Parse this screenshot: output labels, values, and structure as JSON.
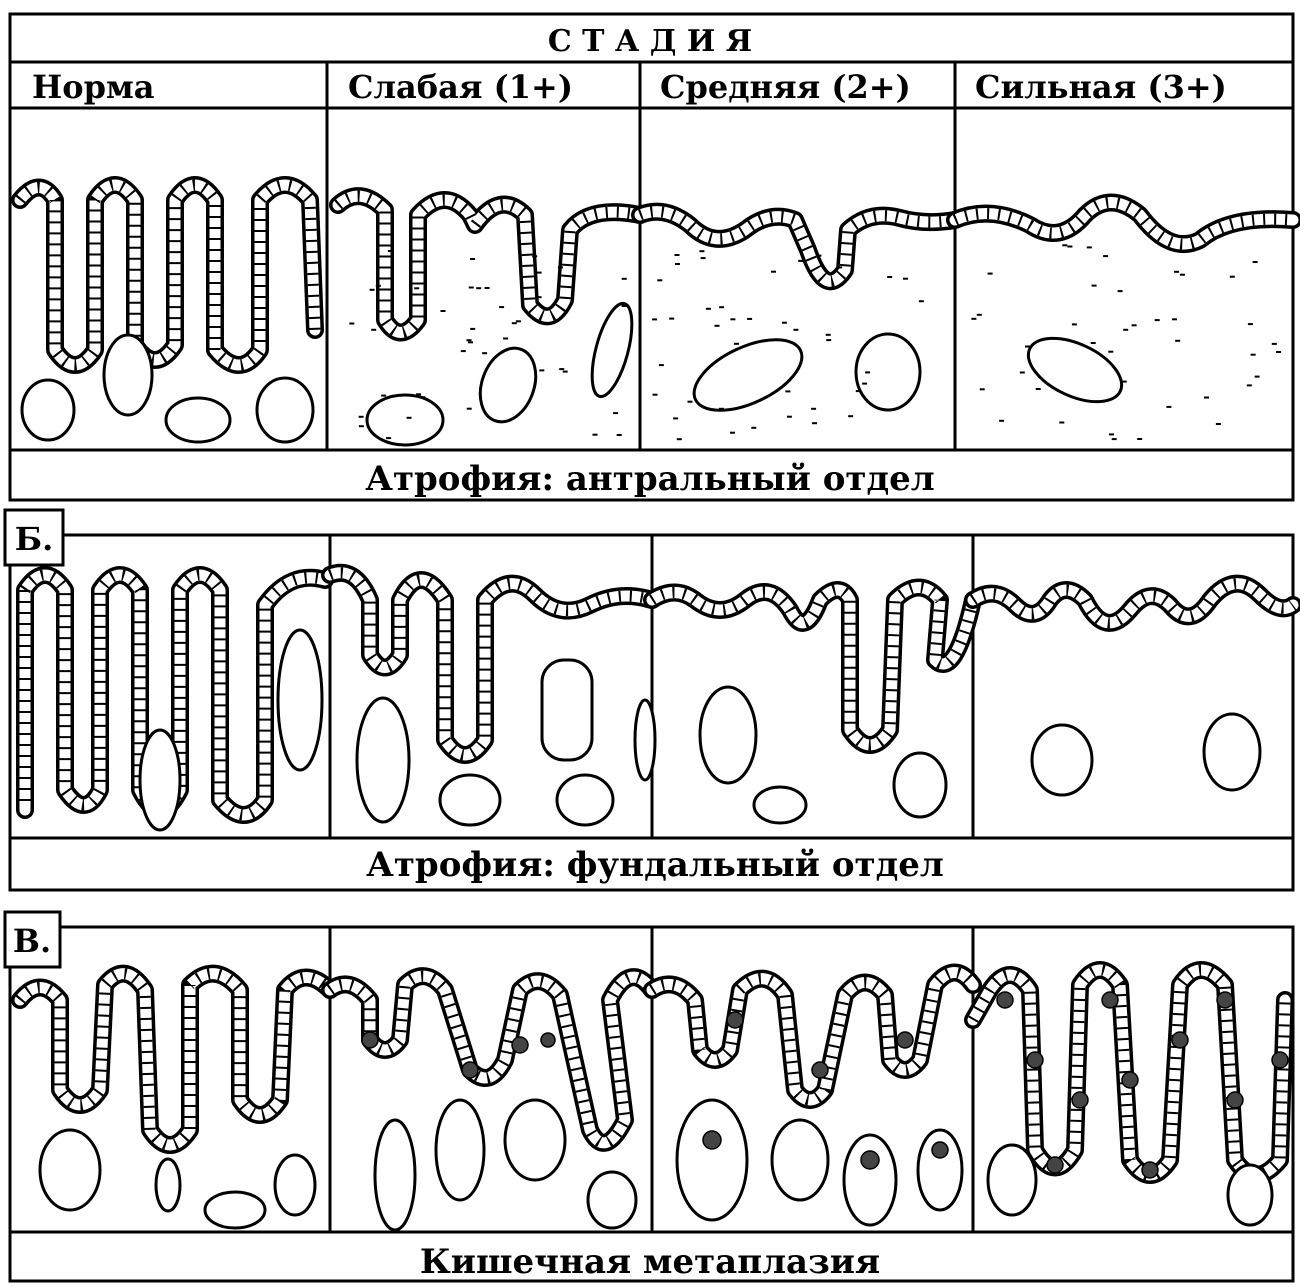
{
  "header": {
    "title": "С Т А Д И Я",
    "stages": [
      "Норма",
      "Слабая (1+)",
      "Средняя (2+)",
      "Сильная (3+)"
    ]
  },
  "panels": {
    "a": {
      "caption": "Атрофия: антральный отдел"
    },
    "b": {
      "label": "Б.",
      "caption": "Атрофия: фундальный отдел"
    },
    "c": {
      "label": "В.",
      "caption": "Кишечная метаплазия"
    }
  },
  "colors": {
    "ink": "#000000",
    "paper": "#ffffff"
  }
}
